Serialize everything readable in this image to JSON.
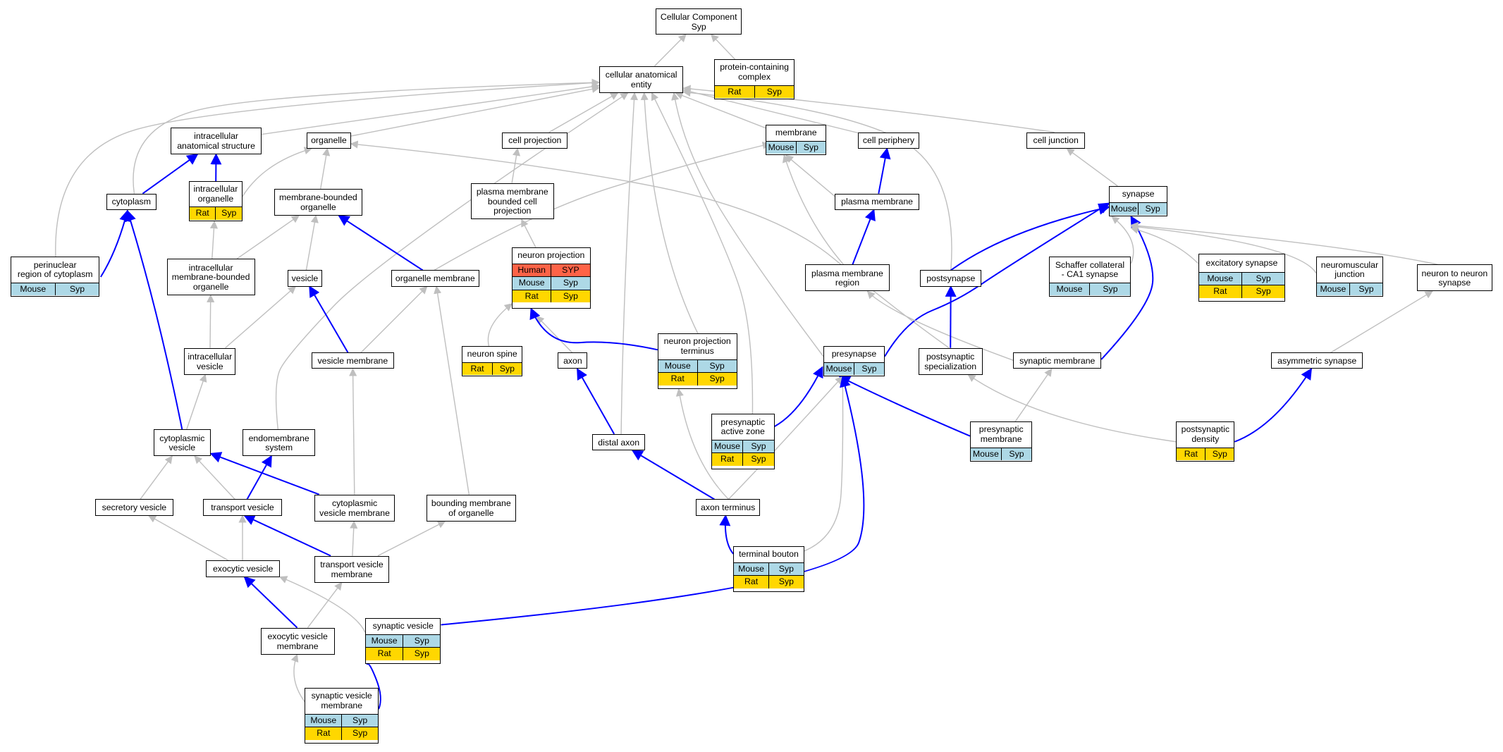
{
  "colors": {
    "is_a_edge": "#bfbfbf",
    "part_of_edge": "#0000ff",
    "mouse": "#add8e6",
    "rat": "#ffd700",
    "human": "#ff6347"
  },
  "nodes": [
    {
      "id": "cc",
      "label": "Cellular Component\nSyp",
      "rows": []
    },
    {
      "id": "pcc",
      "label": "protein-containing\ncomplex",
      "rows": [
        [
          "Rat",
          "Syp"
        ]
      ]
    },
    {
      "id": "cae",
      "label": "cellular anatomical\nentity",
      "rows": []
    },
    {
      "id": "ias",
      "label": "intracellular\nanatomical structure",
      "rows": []
    },
    {
      "id": "organelle",
      "label": "organelle",
      "rows": []
    },
    {
      "id": "cellproj",
      "label": "cell projection",
      "rows": []
    },
    {
      "id": "membrane",
      "label": "membrane",
      "rows": [
        [
          "Mouse",
          "Syp"
        ]
      ]
    },
    {
      "id": "cellper",
      "label": "cell periphery",
      "rows": []
    },
    {
      "id": "celljunc",
      "label": "cell junction",
      "rows": []
    },
    {
      "id": "intorg",
      "label": "intracellular\norganelle",
      "rows": [
        [
          "Rat",
          "Syp"
        ]
      ]
    },
    {
      "id": "cytoplasm",
      "label": "cytoplasm",
      "rows": []
    },
    {
      "id": "mbo",
      "label": "membrane-bounded\norganelle",
      "rows": []
    },
    {
      "id": "pmbcp",
      "label": "plasma membrane\nbounded cell\nprojection",
      "rows": []
    },
    {
      "id": "pm",
      "label": "plasma membrane",
      "rows": []
    },
    {
      "id": "synapse",
      "label": "synapse",
      "rows": [
        [
          "Mouse",
          "Syp"
        ]
      ]
    },
    {
      "id": "perinuc",
      "label": "perinuclear\nregion of cytoplasm",
      "rows": [
        [
          "Mouse",
          "Syp"
        ]
      ]
    },
    {
      "id": "imbo",
      "label": "intracellular\nmembrane-bounded\norganelle",
      "rows": []
    },
    {
      "id": "vesicle",
      "label": "vesicle",
      "rows": []
    },
    {
      "id": "orgmem",
      "label": "organelle membrane",
      "rows": []
    },
    {
      "id": "neuproj",
      "label": "neuron projection",
      "rows": [
        [
          "Human",
          "SYP"
        ],
        [
          "Mouse",
          "Syp"
        ],
        [
          "Rat",
          "Syp"
        ]
      ]
    },
    {
      "id": "pmr",
      "label": "plasma membrane\nregion",
      "rows": []
    },
    {
      "id": "postsynapse",
      "label": "postsynapse",
      "rows": []
    },
    {
      "id": "schaffer",
      "label": "Schaffer collateral\n- CA1 synapse",
      "rows": [
        [
          "Mouse",
          "Syp"
        ]
      ]
    },
    {
      "id": "excsyn",
      "label": "excitatory synapse",
      "rows": [
        [
          "Mouse",
          "Syp"
        ],
        [
          "Rat",
          "Syp"
        ]
      ]
    },
    {
      "id": "nmj",
      "label": "neuromuscular\njunction",
      "rows": [
        [
          "Mouse",
          "Syp"
        ]
      ]
    },
    {
      "id": "n2n",
      "label": "neuron to neuron\nsynapse",
      "rows": []
    },
    {
      "id": "intves",
      "label": "intracellular\nvesicle",
      "rows": []
    },
    {
      "id": "vesmem",
      "label": "vesicle membrane",
      "rows": []
    },
    {
      "id": "neuspine",
      "label": "neuron spine",
      "rows": [
        [
          "Rat",
          "Syp"
        ]
      ]
    },
    {
      "id": "axon",
      "label": "axon",
      "rows": []
    },
    {
      "id": "npt",
      "label": "neuron projection\nterminus",
      "rows": [
        [
          "Mouse",
          "Syp"
        ],
        [
          "Rat",
          "Syp"
        ]
      ]
    },
    {
      "id": "presynapse",
      "label": "presynapse",
      "rows": [
        [
          "Mouse",
          "Syp"
        ]
      ]
    },
    {
      "id": "postspec",
      "label": "postsynaptic\nspecialization",
      "rows": []
    },
    {
      "id": "synmem",
      "label": "synaptic membrane",
      "rows": []
    },
    {
      "id": "asymsyn",
      "label": "asymmetric synapse",
      "rows": []
    },
    {
      "id": "cytves",
      "label": "cytoplasmic\nvesicle",
      "rows": []
    },
    {
      "id": "endomem",
      "label": "endomembrane\nsystem",
      "rows": []
    },
    {
      "id": "distaxon",
      "label": "distal axon",
      "rows": []
    },
    {
      "id": "paz",
      "label": "presynaptic\nactive zone",
      "rows": [
        [
          "Mouse",
          "Syp"
        ],
        [
          "Rat",
          "Syp"
        ]
      ]
    },
    {
      "id": "premem",
      "label": "presynaptic\nmembrane",
      "rows": [
        [
          "Mouse",
          "Syp"
        ]
      ]
    },
    {
      "id": "psd",
      "label": "postsynaptic\ndensity",
      "rows": [
        [
          "Rat",
          "Syp"
        ]
      ]
    },
    {
      "id": "secves",
      "label": "secretory vesicle",
      "rows": []
    },
    {
      "id": "transves",
      "label": "transport vesicle",
      "rows": []
    },
    {
      "id": "cvm",
      "label": "cytoplasmic\nvesicle membrane",
      "rows": []
    },
    {
      "id": "bmo",
      "label": "bounding membrane\nof organelle",
      "rows": []
    },
    {
      "id": "axterm",
      "label": "axon terminus",
      "rows": []
    },
    {
      "id": "exoves",
      "label": "exocytic vesicle",
      "rows": []
    },
    {
      "id": "tvm",
      "label": "transport vesicle\nmembrane",
      "rows": []
    },
    {
      "id": "termbout",
      "label": "terminal bouton",
      "rows": [
        [
          "Mouse",
          "Syp"
        ],
        [
          "Rat",
          "Syp"
        ]
      ]
    },
    {
      "id": "evm",
      "label": "exocytic vesicle\nmembrane",
      "rows": []
    },
    {
      "id": "synves",
      "label": "synaptic vesicle",
      "rows": [
        [
          "Mouse",
          "Syp"
        ],
        [
          "Rat",
          "Syp"
        ]
      ]
    },
    {
      "id": "svm",
      "label": "synaptic vesicle\nmembrane",
      "rows": [
        [
          "Mouse",
          "Syp"
        ],
        [
          "Rat",
          "Syp"
        ]
      ]
    }
  ],
  "edges": [
    {
      "from": "cae",
      "to": "cc",
      "type": "is_a"
    },
    {
      "from": "pcc",
      "to": "cc",
      "type": "is_a"
    },
    {
      "from": "ias",
      "to": "cae",
      "type": "is_a"
    },
    {
      "from": "organelle",
      "to": "cae",
      "type": "is_a"
    },
    {
      "from": "cellproj",
      "to": "cae",
      "type": "is_a"
    },
    {
      "from": "membrane",
      "to": "cae",
      "type": "is_a"
    },
    {
      "from": "cellper",
      "to": "cae",
      "type": "is_a"
    },
    {
      "from": "celljunc",
      "to": "cae",
      "type": "is_a"
    },
    {
      "from": "cytoplasm",
      "to": "cae",
      "type": "is_a"
    },
    {
      "from": "perinuc",
      "to": "cae",
      "type": "is_a"
    },
    {
      "from": "endomem",
      "to": "cae",
      "type": "is_a"
    },
    {
      "from": "distaxon",
      "to": "cae",
      "type": "is_a"
    },
    {
      "from": "npt",
      "to": "cae",
      "type": "is_a"
    },
    {
      "from": "paz",
      "to": "cae",
      "type": "is_a"
    },
    {
      "from": "presynapse",
      "to": "cae",
      "type": "is_a"
    },
    {
      "from": "postsynapse",
      "to": "cae",
      "type": "is_a"
    },
    {
      "from": "cytoplasm",
      "to": "ias",
      "type": "part_of"
    },
    {
      "from": "intorg",
      "to": "ias",
      "type": "part_of"
    },
    {
      "from": "intorg",
      "to": "organelle",
      "type": "is_a"
    },
    {
      "from": "mbo",
      "to": "organelle",
      "type": "is_a"
    },
    {
      "from": "postspec",
      "to": "organelle",
      "type": "is_a"
    },
    {
      "from": "pmbcp",
      "to": "cellproj",
      "type": "is_a"
    },
    {
      "from": "pm",
      "to": "cellper",
      "type": "part_of"
    },
    {
      "from": "pm",
      "to": "membrane",
      "type": "is_a"
    },
    {
      "from": "pmr",
      "to": "membrane",
      "type": "is_a"
    },
    {
      "from": "orgmem",
      "to": "membrane",
      "type": "is_a"
    },
    {
      "from": "synapse",
      "to": "celljunc",
      "type": "is_a"
    },
    {
      "from": "perinuc",
      "to": "cytoplasm",
      "type": "part_of"
    },
    {
      "from": "cytves",
      "to": "cytoplasm",
      "type": "part_of"
    },
    {
      "from": "imbo",
      "to": "intorg",
      "type": "is_a"
    },
    {
      "from": "imbo",
      "to": "mbo",
      "type": "is_a"
    },
    {
      "from": "vesicle",
      "to": "mbo",
      "type": "is_a"
    },
    {
      "from": "orgmem",
      "to": "mbo",
      "type": "part_of"
    },
    {
      "from": "neuproj",
      "to": "pmbcp",
      "type": "is_a"
    },
    {
      "from": "pmr",
      "to": "pm",
      "type": "part_of"
    },
    {
      "from": "postsynapse",
      "to": "synapse",
      "type": "part_of"
    },
    {
      "from": "presynapse",
      "to": "synapse",
      "type": "part_of"
    },
    {
      "from": "synmem",
      "to": "synapse",
      "type": "part_of"
    },
    {
      "from": "schaffer",
      "to": "synapse",
      "type": "is_a"
    },
    {
      "from": "excsyn",
      "to": "synapse",
      "type": "is_a"
    },
    {
      "from": "nmj",
      "to": "synapse",
      "type": "is_a"
    },
    {
      "from": "n2n",
      "to": "synapse",
      "type": "is_a"
    },
    {
      "from": "intves",
      "to": "imbo",
      "type": "is_a"
    },
    {
      "from": "intves",
      "to": "vesicle",
      "type": "is_a"
    },
    {
      "from": "vesmem",
      "to": "vesicle",
      "type": "part_of"
    },
    {
      "from": "vesmem",
      "to": "orgmem",
      "type": "is_a"
    },
    {
      "from": "bmo",
      "to": "orgmem",
      "type": "is_a"
    },
    {
      "from": "neuspine",
      "to": "neuproj",
      "type": "is_a"
    },
    {
      "from": "axon",
      "to": "neuproj",
      "type": "is_a"
    },
    {
      "from": "npt",
      "to": "neuproj",
      "type": "part_of"
    },
    {
      "from": "synmem",
      "to": "pmr",
      "type": "is_a"
    },
    {
      "from": "postspec",
      "to": "postsynapse",
      "type": "part_of"
    },
    {
      "from": "asymsyn",
      "to": "n2n",
      "type": "is_a"
    },
    {
      "from": "cytves",
      "to": "intves",
      "type": "is_a"
    },
    {
      "from": "cvm",
      "to": "vesmem",
      "type": "is_a"
    },
    {
      "from": "distaxon",
      "to": "axon",
      "type": "part_of"
    },
    {
      "from": "axterm",
      "to": "npt",
      "type": "is_a"
    },
    {
      "from": "paz",
      "to": "presynapse",
      "type": "part_of"
    },
    {
      "from": "premem",
      "to": "presynapse",
      "type": "part_of"
    },
    {
      "from": "axterm",
      "to": "presynapse",
      "type": "is_a"
    },
    {
      "from": "termbout",
      "to": "presynapse",
      "type": "is_a"
    },
    {
      "from": "synves",
      "to": "presynapse",
      "type": "part_of"
    },
    {
      "from": "premem",
      "to": "synmem",
      "type": "is_a"
    },
    {
      "from": "psd",
      "to": "postspec",
      "type": "is_a"
    },
    {
      "from": "psd",
      "to": "asymsyn",
      "type": "part_of"
    },
    {
      "from": "secves",
      "to": "cytves",
      "type": "is_a"
    },
    {
      "from": "transves",
      "to": "cytves",
      "type": "is_a"
    },
    {
      "from": "cvm",
      "to": "cytves",
      "type": "part_of"
    },
    {
      "from": "transves",
      "to": "endomem",
      "type": "part_of"
    },
    {
      "from": "axterm",
      "to": "distaxon",
      "type": "part_of"
    },
    {
      "from": "exoves",
      "to": "secves",
      "type": "is_a"
    },
    {
      "from": "exoves",
      "to": "transves",
      "type": "is_a"
    },
    {
      "from": "tvm",
      "to": "transves",
      "type": "part_of"
    },
    {
      "from": "tvm",
      "to": "cvm",
      "type": "is_a"
    },
    {
      "from": "tvm",
      "to": "bmo",
      "type": "is_a"
    },
    {
      "from": "termbout",
      "to": "axterm",
      "type": "part_of"
    },
    {
      "from": "evm",
      "to": "exoves",
      "type": "part_of"
    },
    {
      "from": "evm",
      "to": "tvm",
      "type": "is_a"
    },
    {
      "from": "synves",
      "to": "exoves",
      "type": "is_a"
    },
    {
      "from": "svm",
      "to": "synves",
      "type": "part_of"
    },
    {
      "from": "svm",
      "to": "evm",
      "type": "is_a"
    }
  ]
}
